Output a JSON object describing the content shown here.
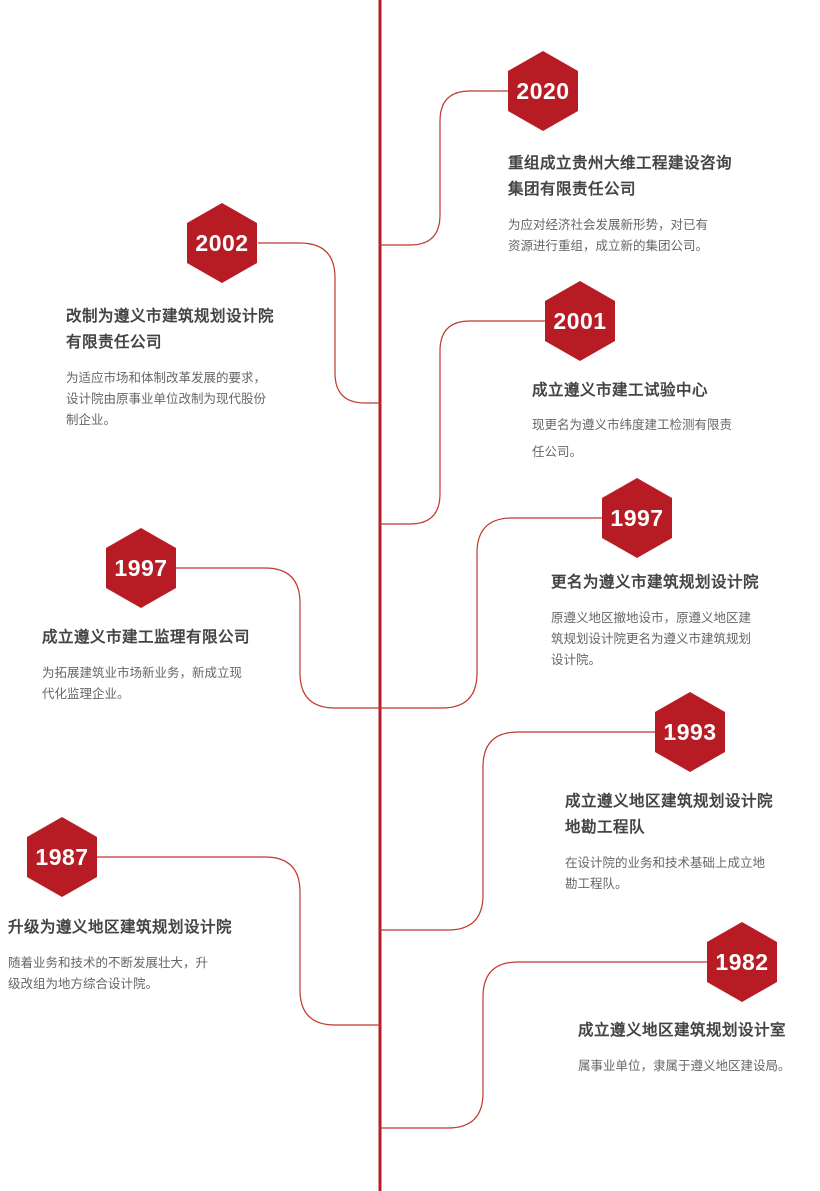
{
  "colors": {
    "accent": "#b71c24",
    "title": "#444444",
    "text": "#666666"
  },
  "events": [
    {
      "year": "2020",
      "title_lines": [
        "重组成立贵州大维工程建设咨询",
        "集团有限责任公司"
      ],
      "desc_lines": [
        "为应对经济社会发展新形势，对已有",
        "资源进行重组，成立新的集团公司。"
      ]
    },
    {
      "year": "2002",
      "title_lines": [
        "改制为遵义市建筑规划设计院",
        "有限责任公司"
      ],
      "desc_lines": [
        "为适应市场和体制改革发展的要求，",
        "设计院由原事业单位改制为现代股份",
        "制企业。"
      ]
    },
    {
      "year": "2001",
      "title_lines": [
        "成立遵义市建工试验中心"
      ],
      "desc_lines": [
        "现更名为遵义市纬度建工检测有限责",
        "任公司。"
      ]
    },
    {
      "year": "1997",
      "title_lines": [
        "更名为遵义市建筑规划设计院"
      ],
      "desc_lines": [
        "原遵义地区撤地设市，原遵义地区建",
        "筑规划设计院更名为遵义市建筑规划",
        "设计院。"
      ]
    },
    {
      "year": "1997",
      "title_lines": [
        "成立遵义市建工监理有限公司"
      ],
      "desc_lines": [
        "为拓展建筑业市场新业务，新成立现",
        "代化监理企业。"
      ]
    },
    {
      "year": "1993",
      "title_lines": [
        "成立遵义地区建筑规划设计院",
        "地勘工程队"
      ],
      "desc_lines": [
        "在设计院的业务和技术基础上成立地",
        "勘工程队。"
      ]
    },
    {
      "year": "1987",
      "title_lines": [
        "升级为遵义地区建筑规划设计院"
      ],
      "desc_lines": [
        "随着业务和技术的不断发展壮大，升",
        "级改组为地方综合设计院。"
      ]
    },
    {
      "year": "1982",
      "title_lines": [
        "成立遵义地区建筑规划设计室"
      ],
      "desc_lines": [
        "属事业单位，隶属于遵义地区建设局。"
      ]
    }
  ]
}
